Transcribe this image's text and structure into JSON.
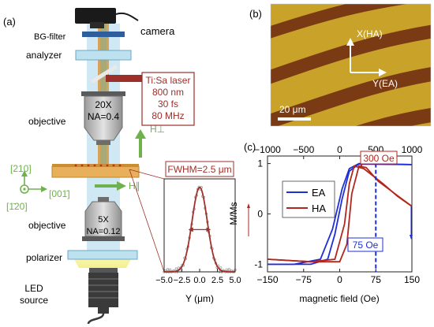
{
  "panel_labels": {
    "a": "(a)",
    "b": "(b)",
    "c": "(c)"
  },
  "setup": {
    "camera": "camera",
    "bg_filter": "BG-filter",
    "analyzer": "analyzer",
    "laser": {
      "line1": "Ti:Sa laser",
      "line2": "800 nm",
      "line3": "30 fs",
      "line4": "80 MHz"
    },
    "objective_top": {
      "label": "objective",
      "mag": "20X",
      "na": "NA=0.4"
    },
    "objective_bottom": {
      "label": "objective",
      "mag": "5X",
      "na": "NA=0.12"
    },
    "h_perp": "H⊥",
    "h_par": "H∥",
    "dir_210": "[210]",
    "dir_120": "[1̄20]",
    "dir_001": "[001̄]",
    "polarizer": "polarizer",
    "led": {
      "line1": "LED",
      "line2": "source"
    }
  },
  "micrograph": {
    "x_axis": "X(HA)",
    "y_axis": "Y(EA)",
    "scale_bar": "20 μm",
    "colors": {
      "stripe_dark": "#7a3a14",
      "stripe_light": "#c9a22a"
    }
  },
  "profile_chart": {
    "chart_data": {
      "type": "line",
      "title": "FWHM=2.5 μm",
      "xlabel": "Y (μm)",
      "ylabel": "",
      "xlim": [
        -5.0,
        5.0
      ],
      "ylim": [
        0,
        1.1
      ],
      "xticks": [
        "−5.0",
        "−2.5",
        "0.0",
        "2.5",
        "5.0"
      ],
      "fit": {
        "center": 0.0,
        "fwhm": 2.5,
        "amplitude": 1.0,
        "color": "#a0302a"
      },
      "data_points_color": "#888888"
    }
  },
  "hysteresis_chart": {
    "chart_data": {
      "type": "line",
      "xlabel": "magnetic field (Oe)",
      "ylabel": "M/Ms",
      "xlim": [
        -150,
        150
      ],
      "ylim": [
        -1.15,
        1.15
      ],
      "xticks": [
        "−150",
        "−75",
        "0",
        "75",
        "150"
      ],
      "yticks": [
        "1",
        "0",
        "-1"
      ],
      "top_xlim": [
        -1000,
        1000
      ],
      "top_xticks": [
        "−1000",
        "−500",
        "0",
        "500",
        "1000"
      ],
      "series": [
        {
          "name": "EA",
          "color": "#1f2fd6"
        },
        {
          "name": "HA",
          "color": "#b3261e"
        }
      ],
      "annotations": [
        {
          "text": "300 Oe",
          "at_top_axis": 300,
          "color": "#b3261e"
        },
        {
          "text": "75 Oe",
          "at_bottom_axis": 75,
          "color": "#1f2fd6"
        }
      ]
    }
  }
}
